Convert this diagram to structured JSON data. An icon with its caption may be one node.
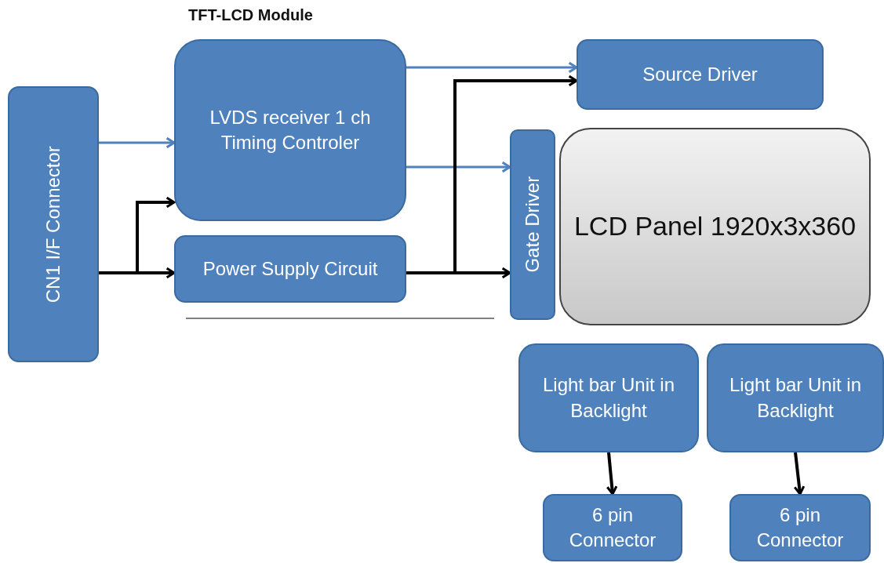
{
  "diagram": {
    "title": "TFT-LCD Module",
    "nodes": [
      {
        "text": [
          "CN1 I/F Connector"
        ]
      },
      {
        "text": [
          "LVDS receiver 1 ch Timing Controler"
        ]
      },
      {
        "text": [
          "Power Supply Circuit"
        ]
      },
      {
        "text": [
          "Source Driver"
        ]
      },
      {
        "text": [
          "Gate Driver"
        ]
      },
      {
        "text": [
          "LCD Panel 1920x3x360"
        ]
      },
      {
        "text": [
          "Light bar Unit in Backlight"
        ]
      },
      {
        "text": [
          "Light bar Unit in Backlight"
        ]
      },
      {
        "text": [
          "6 pin Connector"
        ]
      },
      {
        "text": [
          "6 pin Connector"
        ]
      }
    ],
    "edges": [
      {
        "from": 0,
        "to": 1,
        "arrow": "to",
        "color": "#4f81bd"
      },
      {
        "from": 0,
        "to": 1,
        "arrow": "to"
      },
      {
        "from": 0,
        "to": 2,
        "arrow": "to"
      },
      {
        "from": 1,
        "to": 3,
        "arrow": "to",
        "color": "#4f81bd"
      },
      {
        "from": 1,
        "to": 4,
        "arrow": "to",
        "color": "#4f81bd"
      },
      {
        "from": 2,
        "to": 3,
        "arrow": "to"
      },
      {
        "from": 2,
        "to": 4,
        "arrow": "to"
      },
      {
        "from": 6,
        "to": 8,
        "arrow": "to"
      },
      {
        "from": 7,
        "to": 9,
        "arrow": "to"
      }
    ]
  }
}
